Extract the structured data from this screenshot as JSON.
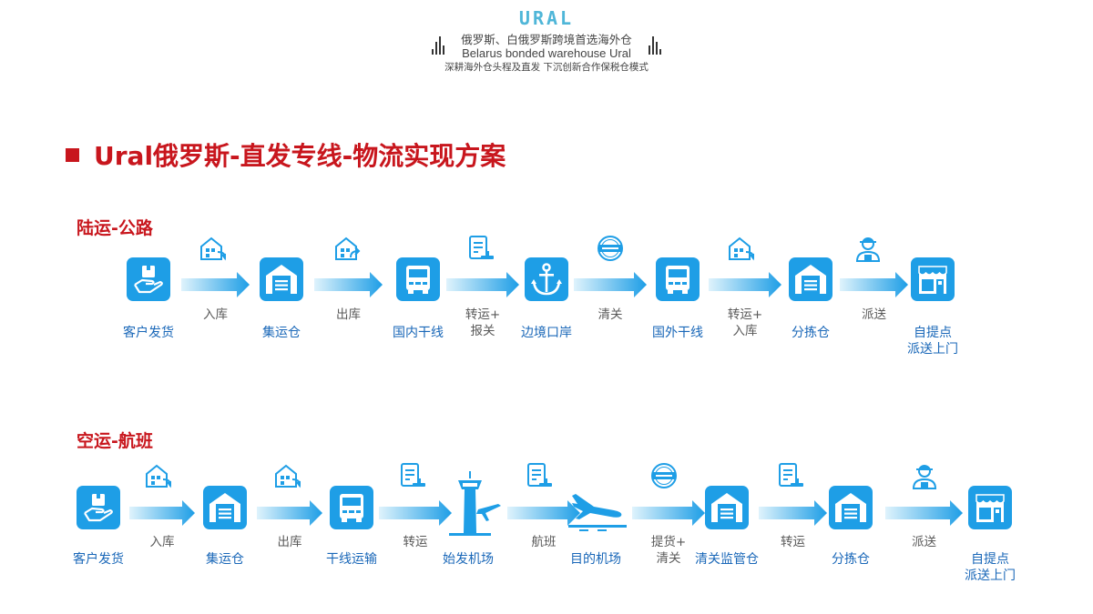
{
  "header": {
    "logo": "URAL",
    "line1": "俄罗斯、白俄罗斯跨境首选海外仓",
    "line2": "Belarus bonded warehouse Ural",
    "line3": "深耕海外仓头程及直发 下沉创新合作保税仓模式"
  },
  "title": "Ural俄罗斯-直发专线-物流实现方案",
  "colors": {
    "accent_red": "#c8161d",
    "node_blue": "#1e9ee6",
    "label_blue": "#1967b8",
    "step_gray": "#595959"
  },
  "land": {
    "title": "陆运-公路",
    "nodes": [
      {
        "label": "客户发货",
        "icon": "hand-box-icon"
      },
      {
        "label": "集运仓",
        "icon": "warehouse-icon"
      },
      {
        "label": "国内干线",
        "icon": "truck-icon"
      },
      {
        "label": "边境口岸",
        "icon": "anchor-icon"
      },
      {
        "label": "国外干线",
        "icon": "truck-icon"
      },
      {
        "label": "分拣仓",
        "icon": "warehouse-icon"
      },
      {
        "label": "自提点\n派送上门",
        "icon": "storefront-icon"
      }
    ],
    "steps": [
      {
        "label": "入库",
        "icon": "building-in-icon"
      },
      {
        "label": "出库",
        "icon": "building-out-icon"
      },
      {
        "label": "转运+\n报关",
        "icon": "document-stamp-icon"
      },
      {
        "label": "清关",
        "icon": "cleared-badge-icon"
      },
      {
        "label": "转运+\n入库",
        "icon": "building-in-icon"
      },
      {
        "label": "派送",
        "icon": "courier-icon"
      }
    ]
  },
  "air": {
    "title": "空运-航班",
    "nodes": [
      {
        "label": "客户发货",
        "icon": "hand-box-icon"
      },
      {
        "label": "集运仓",
        "icon": "warehouse-icon"
      },
      {
        "label": "干线运输",
        "icon": "truck-icon"
      },
      {
        "label": "始发机场",
        "icon": "control-tower-icon"
      },
      {
        "label": "目的机场",
        "icon": "plane-landing-icon"
      },
      {
        "label": "清关监管仓",
        "icon": "warehouse-icon"
      },
      {
        "label": "分拣仓",
        "icon": "warehouse-icon"
      },
      {
        "label": "自提点\n派送上门",
        "icon": "storefront-icon"
      }
    ],
    "steps": [
      {
        "label": "入库",
        "icon": "building-in-icon"
      },
      {
        "label": "出库",
        "icon": "building-in-icon"
      },
      {
        "label": "转运",
        "icon": "document-stamp-icon"
      },
      {
        "label": "航班",
        "icon": "document-stamp-icon"
      },
      {
        "label": "提货+\n清关",
        "icon": "cleared-badge-icon"
      },
      {
        "label": "转运",
        "icon": "document-stamp-icon"
      },
      {
        "label": "派送",
        "icon": "courier-icon"
      }
    ]
  }
}
